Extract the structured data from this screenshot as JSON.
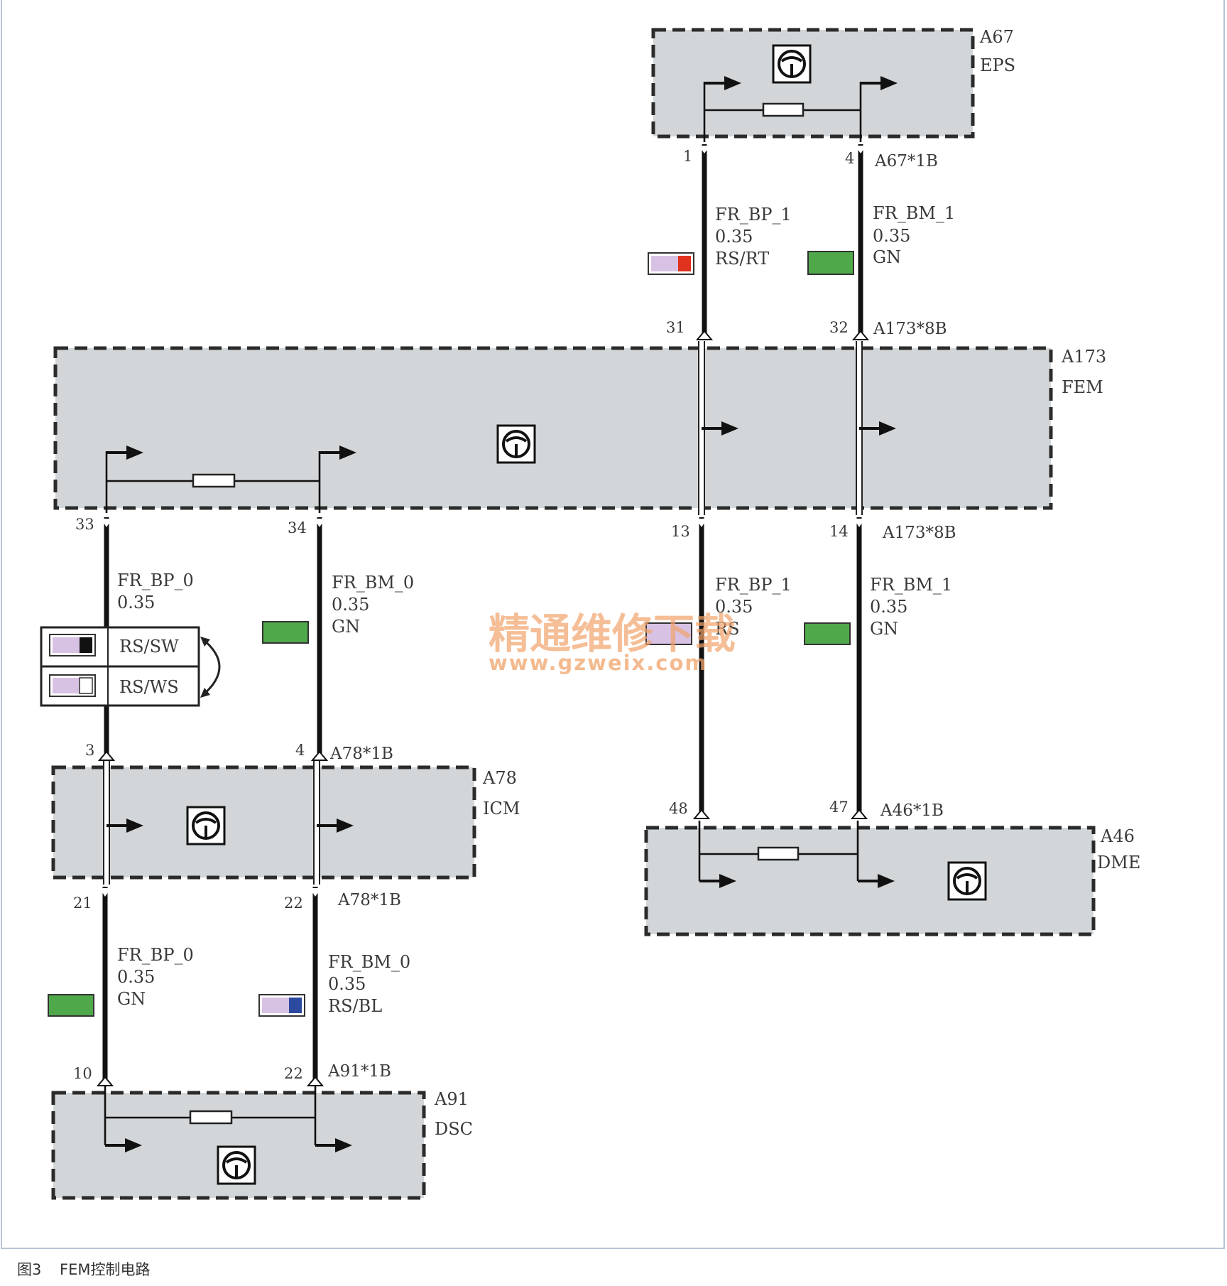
{
  "modules": {
    "a67": {
      "id": "A67",
      "name": "EPS"
    },
    "a173": {
      "id": "A173",
      "name": "FEM"
    },
    "a78": {
      "id": "A78",
      "name": "ICM"
    },
    "a46": {
      "id": "A46",
      "name": "DME"
    },
    "a91": {
      "id": "A91",
      "name": "DSC"
    }
  },
  "connectors": {
    "a67_1b": "A67*1B",
    "a173_8b_top": "A173*8B",
    "a173_8b_bottom": "A173*8B",
    "a78_1b_top": "A78*1B",
    "a78_1b_bottom": "A78*1B",
    "a46_1b": "A46*1B",
    "a91_1b": "A91*1B"
  },
  "pins": {
    "a67_left": "1",
    "a67_right": "4",
    "fem_top_left": "31",
    "fem_top_right": "32",
    "fem_bottom_a": "13",
    "fem_bottom_b": "14",
    "fem_left_a": "33",
    "fem_left_b": "34",
    "icm_top_a": "3",
    "icm_top_b": "4",
    "icm_bottom_a": "21",
    "icm_bottom_b": "22",
    "dsc_a": "10",
    "dsc_b": "22",
    "dme_a": "48",
    "dme_b": "47"
  },
  "wires": {
    "eps_fem_plus": {
      "signal": "FR_BP_1",
      "gauge": "0.35",
      "color": "RS/RT",
      "swatch": [
        "#d8c2e4",
        "#e0321e"
      ]
    },
    "eps_fem_minus": {
      "signal": "FR_BM_1",
      "gauge": "0.35",
      "color": "GN",
      "swatch": [
        "#4fa84a"
      ]
    },
    "fem_dme_plus": {
      "signal": "FR_BP_1",
      "gauge": "0.35",
      "color": "RS",
      "swatch": [
        "#d8c2e4"
      ]
    },
    "fem_dme_minus": {
      "signal": "FR_BM_1",
      "gauge": "0.35",
      "color": "GN",
      "swatch": [
        "#4fa84a"
      ]
    },
    "fem_icm_plus": {
      "signal": "FR_BP_0",
      "gauge": "0.35"
    },
    "fem_icm_minus": {
      "signal": "FR_BM_0",
      "gauge": "0.35",
      "color": "GN",
      "swatch": [
        "#4fa84a"
      ]
    },
    "icm_dsc_plus": {
      "signal": "FR_BP_0",
      "gauge": "0.35",
      "color": "GN",
      "swatch": [
        "#4fa84a"
      ]
    },
    "icm_dsc_minus": {
      "signal": "FR_BM_0",
      "gauge": "0.35",
      "color": "RS/BL",
      "swatch": [
        "#d8c2e4",
        "#2c4aa0"
      ]
    }
  },
  "legend": {
    "option_1": {
      "label": "RS/SW",
      "swatch": [
        "#d8c2e4",
        "#111111"
      ]
    },
    "option_2": {
      "label": "RS/WS",
      "swatch": [
        "#d8c2e4",
        "#ffffff"
      ]
    }
  },
  "watermark": {
    "text": "精通维修下载",
    "url": "www.gzweix.com"
  },
  "caption": {
    "figure": "图3",
    "title": "FEM控制电路"
  }
}
